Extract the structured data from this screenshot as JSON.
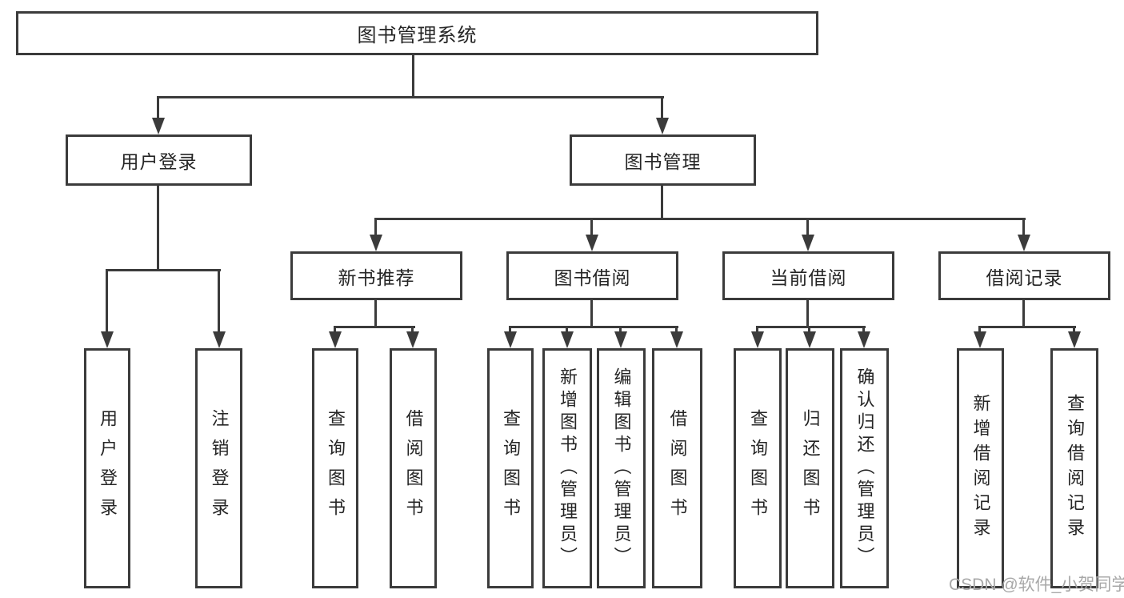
{
  "diagram": {
    "title": "图书管理系统",
    "level2": [
      "用户登录",
      "图书管理"
    ],
    "level3": [
      "新书推荐",
      "图书借阅",
      "当前借阅",
      "借阅记录"
    ],
    "leaves": {
      "login": [
        "用户登录",
        "注销登录"
      ],
      "recommend": [
        "查询图书",
        "借阅图书"
      ],
      "borrow": [
        "查询图书",
        "新增图书（管理员）",
        "编辑图书（管理员）",
        "借阅图书"
      ],
      "current": [
        "查询图书",
        "归还图书",
        "确认归还（管理员）"
      ],
      "records": [
        "新增借阅记录",
        "查询借阅记录"
      ]
    },
    "watermark": "CSDN @软件_小贺同学",
    "colors": {
      "line": "#3b3b3b",
      "text": "#252525",
      "watermark": "#a8a8a8",
      "background": "#ffffff"
    }
  }
}
